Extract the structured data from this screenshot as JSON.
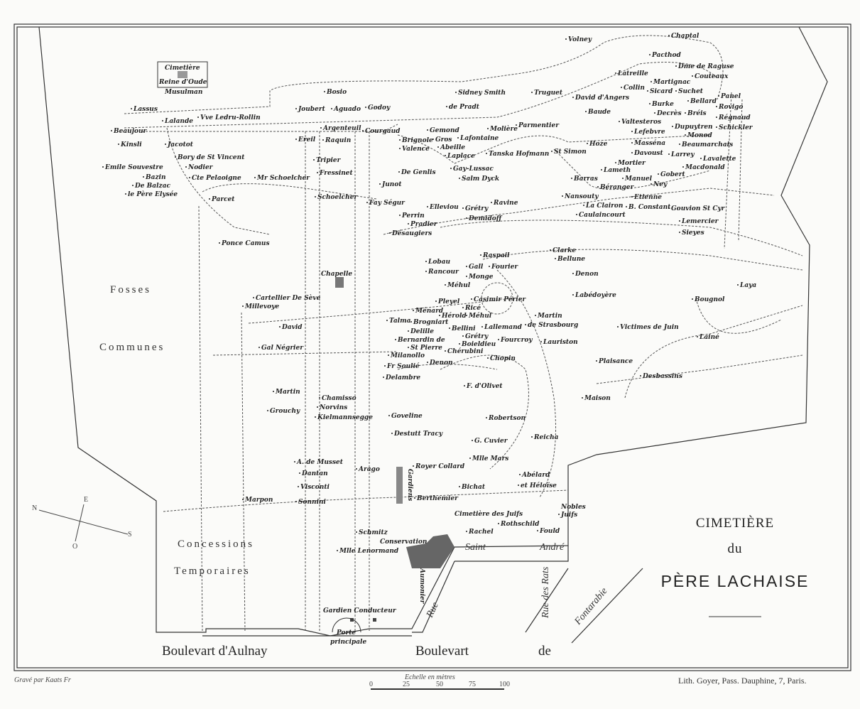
{
  "title": {
    "line1": "CIMETIÈRE",
    "line2": "du",
    "line3": "PÈRE LACHAISE"
  },
  "imprint": "Lith. Goyer, Pass. Dauphine, 7, Paris.",
  "engraver": "Gravé par Kaats Fr",
  "scale": {
    "label": "Echelle en mètres",
    "ticks": [
      "0",
      "25",
      "50",
      "75",
      "100"
    ]
  },
  "compass": {
    "n": "N",
    "e": "E",
    "s": "S",
    "o": "O"
  },
  "areas": {
    "fosses": "Fosses",
    "communes": "Communes",
    "concessions": "Concessions",
    "temporaires": "Temporaires",
    "musulman_title": "Cimetière",
    "musulman_sub": "Reine d'Oude",
    "musulman_name": "Musulman",
    "chapelle": "Chapelle",
    "gardiens": "Gardiens",
    "conservation": "Conservation",
    "aumonier": "Aumonier",
    "gardien_conducteur": "Gardien Conducteur",
    "porte": "Porte",
    "principale": "principale",
    "juifs": "Cimetière des Juifs",
    "nobles": "Nobles"
  },
  "streets": {
    "aulnay": "Boulevart d'Aulnay",
    "boulevart": "Boulevart",
    "de": "de",
    "fontarabie": "Fontarabie",
    "rue": "Rue",
    "rats": "Rue des Rats",
    "saint": "Saint",
    "andre": "André"
  },
  "labels": [
    "Lassus",
    "Lalande",
    "Vve Ledru-Rollin",
    "Beaujour",
    "Kinsli",
    "Jacotot",
    "Bory de St Vincent",
    "Emile Souvestre",
    "Nodier",
    "Cte Pelaoigne",
    "Bazin",
    "De Balzac",
    "le Père Elysée",
    "Mr Schoelcher",
    "Parcet",
    "Bosio",
    "Joubert",
    "Aguado",
    "Godoy",
    "Argenteuil",
    "Courgaud",
    "Ereil",
    "Raquin",
    "Tripier",
    "Fressinet",
    "Schoelcher",
    "Junot",
    "De Genlis",
    "Fay Ségur",
    "Brignole",
    "Valence",
    "Volney",
    "Chaptal",
    "Pacthod",
    "Dme de Raguse",
    "Latreille",
    "Martignac",
    "Couteaux",
    "Collin",
    "Sicard",
    "Suchet",
    "Sidney Smith",
    "Truguet",
    "David d'Angers",
    "Bellard",
    "Panel",
    "Burke",
    "de Pradt",
    "Baude",
    "Decrès",
    "Bréis",
    "Rovigo",
    "Régnaud",
    "Valtesteros",
    "Parmentier",
    "Gemond",
    "Gros",
    "Abeille",
    "Lafontaine",
    "Molière",
    "Laplace",
    "Tanska Hofmann",
    "St Simon",
    "Hoze",
    "Lefebvre",
    "Masséna",
    "Davoust",
    "Larrey",
    "Dupuytren",
    "Monod",
    "Beaumarchais",
    "Schickler",
    "Lavalette",
    "Macdonald",
    "Gobert",
    "Ney",
    "Mortier",
    "Lameth",
    "Barras",
    "Béranger",
    "Manuel",
    "Gay-Lussac",
    "Salm Dyck",
    "Nansouty",
    "Etienne",
    "Gouvion St Cyr",
    "La Clairon",
    "Caulaincourt",
    "B. Constant",
    "Lemercier",
    "Sieyes",
    "Perrin",
    "Pradier",
    "Désaugiers",
    "Elleviou",
    "Grétry",
    "Ravine",
    "Demidoff",
    "Raspail",
    "Gall",
    "Fourier",
    "Clarke",
    "Bellune",
    "Lobau",
    "Rancour",
    "Monge",
    "Méhul",
    "Casimir Périer",
    "Denon",
    "Labédoyère",
    "Pleyel",
    "Ricé",
    "Ménard",
    "Hérold",
    "Méhul",
    "Talma",
    "Brogniart",
    "Bellini",
    "Lallemand",
    "Delille",
    "Grétry",
    "Bernardin de",
    "St Pierre",
    "Boieldieu",
    "Fourcroy",
    "Milanollo",
    "Chérubini",
    "Chopin",
    "Martin",
    "de Strasbourg",
    "Lauriston",
    "Victimes de Juin",
    "Plaisance",
    "Desbassins",
    "Maison",
    "Bougnol",
    "Laya",
    "Lainé",
    "Ponce Camus",
    "Cartellier De Sève",
    "Millevoye",
    "David",
    "Gal Négrier",
    "Fr Soulié",
    "Delambre",
    "Denon",
    "F. d'Olivet",
    "Martin",
    "Chamisso",
    "Norvins",
    "Kielmannsegge",
    "Grouchy",
    "Goveline",
    "Destutt Tracy",
    "Robertson",
    "G. Cuvier",
    "Reicha",
    "Mlle Mars",
    "Royer Collard",
    "Arago",
    "A. de Musset",
    "Dantan",
    "Visconti",
    "Sonnini",
    "Abélard",
    "et Héloïse",
    "Bichat",
    "Berthemier",
    "Rothschild",
    "Rachel",
    "Fould",
    "Juifs",
    "Schmitz",
    "Mlle Lenormand",
    "Marpon"
  ]
}
